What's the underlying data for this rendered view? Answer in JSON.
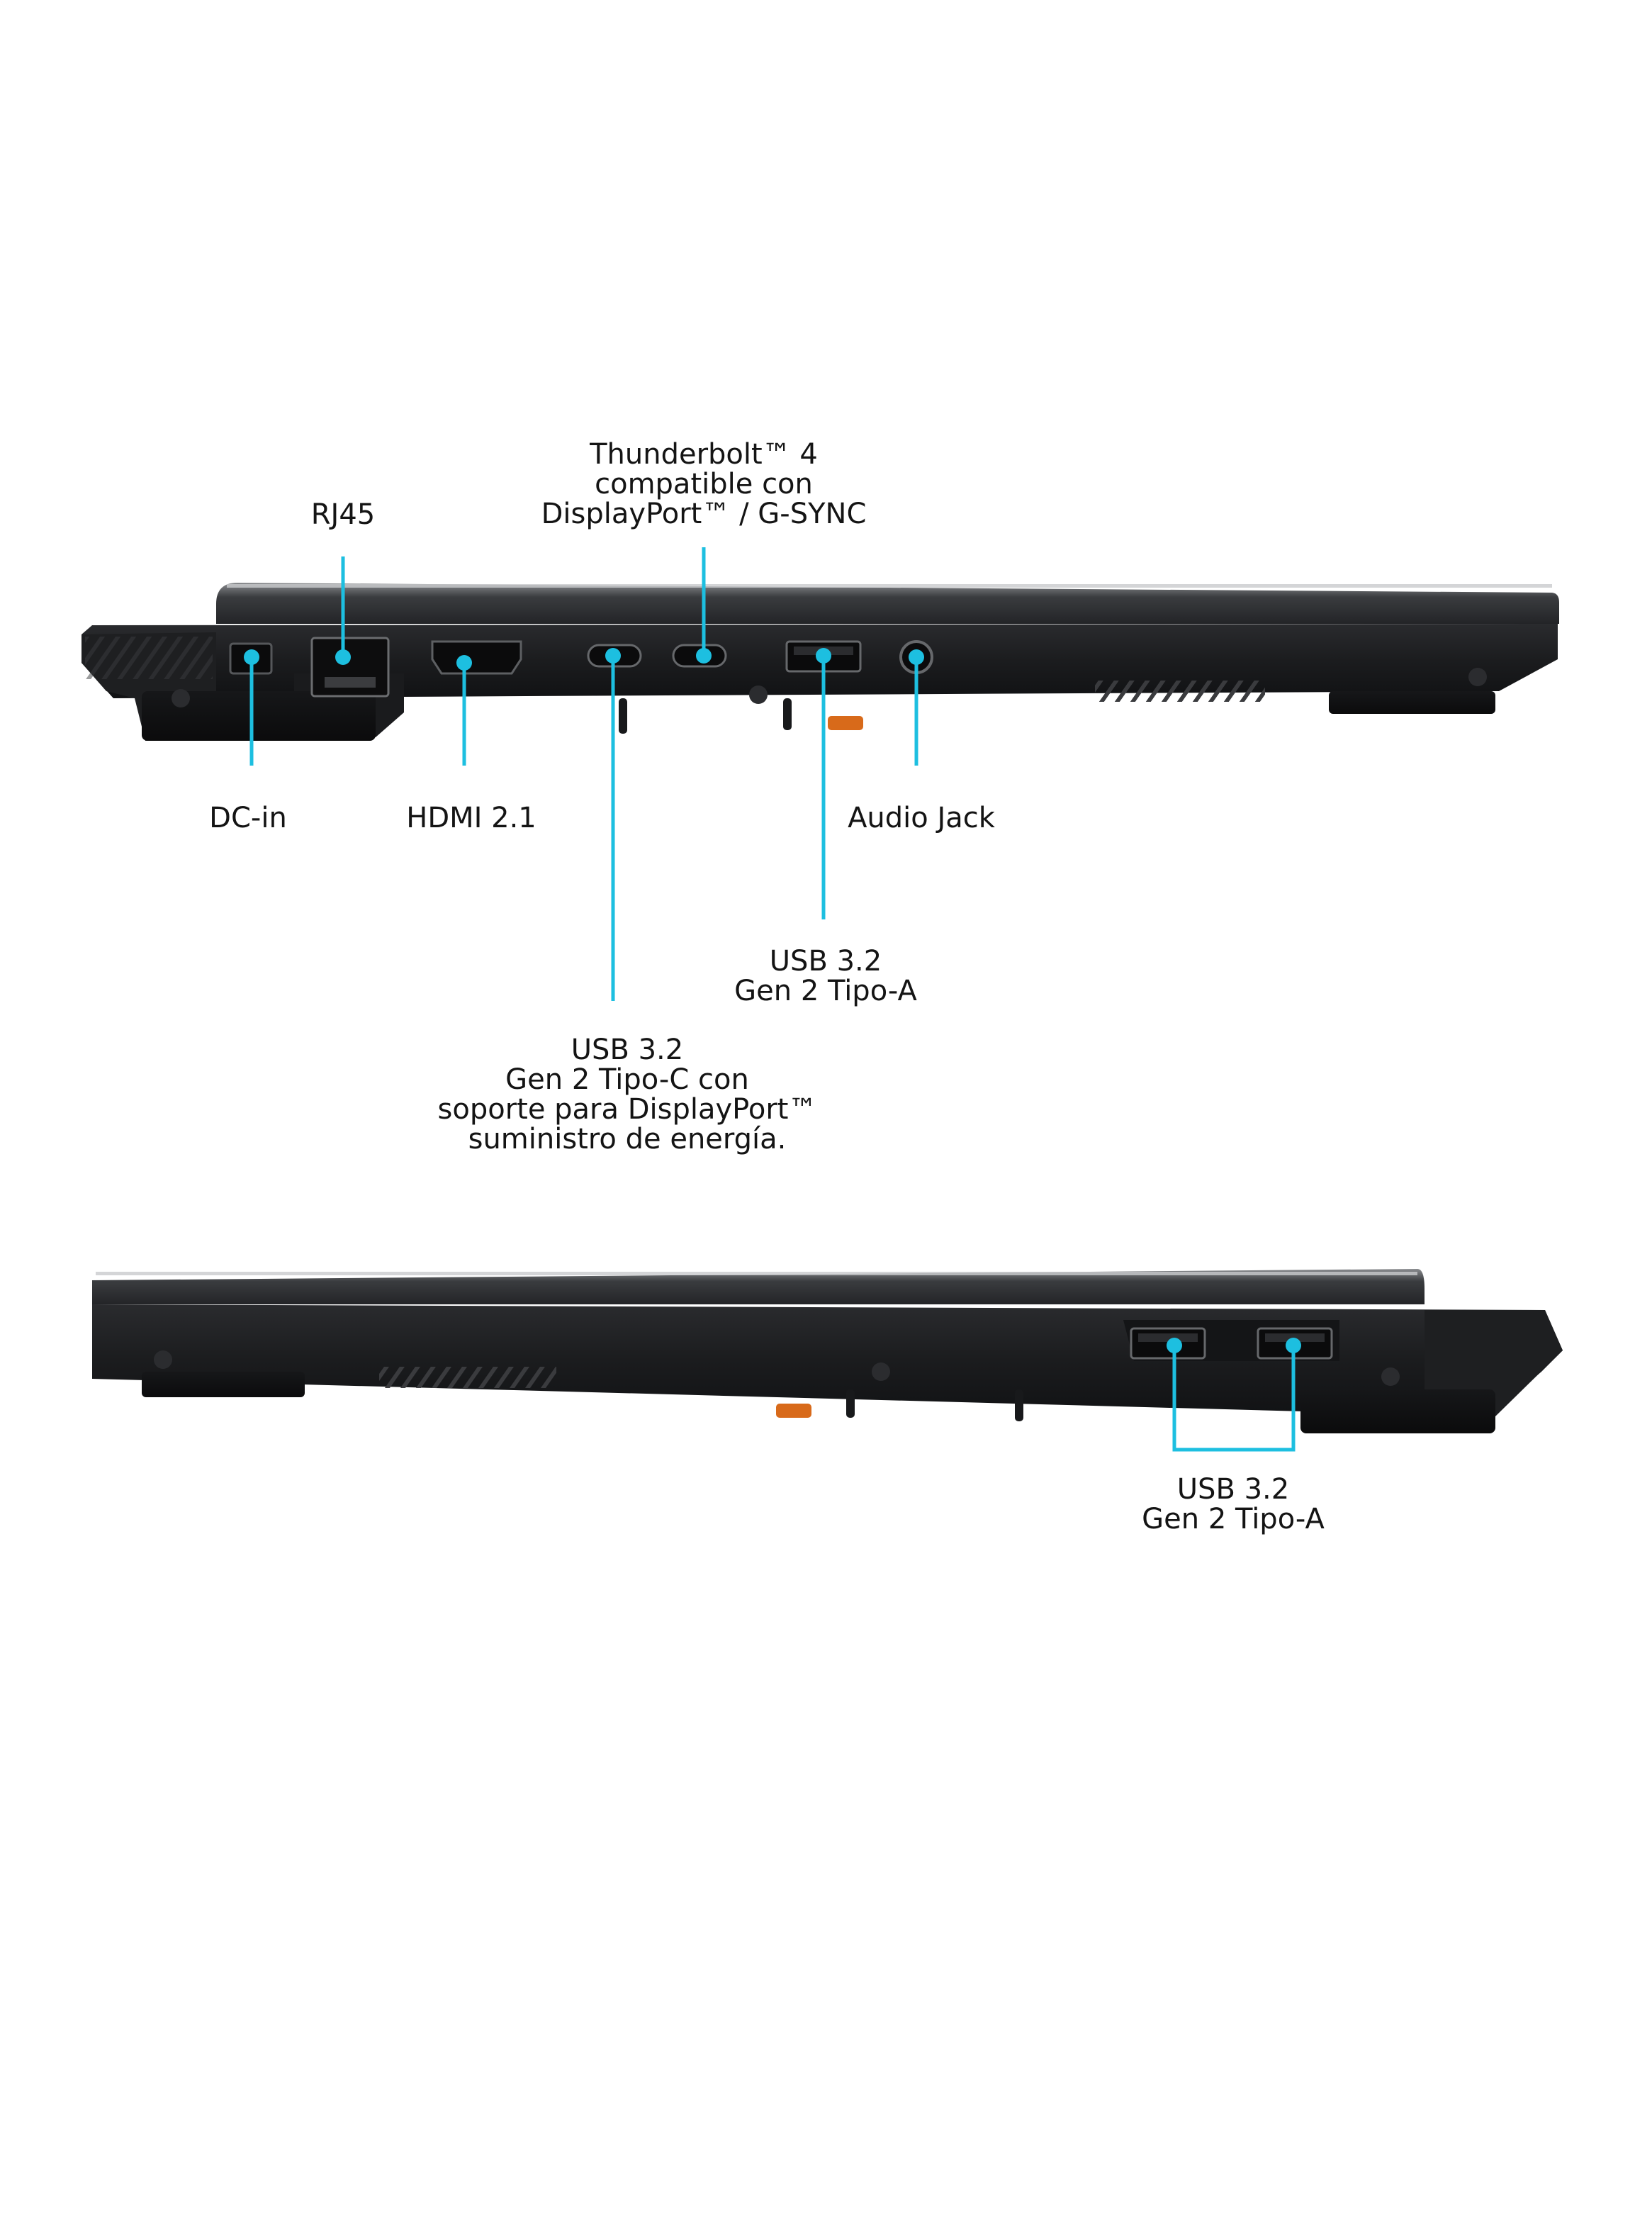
{
  "accent_color": "#1dbfe0",
  "chassis_color": "#1d1e20",
  "labels": {
    "rj45": "RJ45",
    "thunderbolt": [
      "Thunderbolt™ 4",
      "compatible con",
      "DisplayPort™ / G-SYNC"
    ],
    "dc_in": "DC-in",
    "hdmi": "HDMI 2.1",
    "audio_jack": "Audio Jack",
    "usb_a_left": [
      "USB 3.2",
      "Gen 2 Tipo-A"
    ],
    "usb_c": [
      "USB 3.2",
      "Gen 2 Tipo-C con",
      "soporte para DisplayPort™",
      "suministro de energía."
    ],
    "usb_a_right": [
      "USB 3.2",
      "Gen 2 Tipo-A"
    ]
  }
}
